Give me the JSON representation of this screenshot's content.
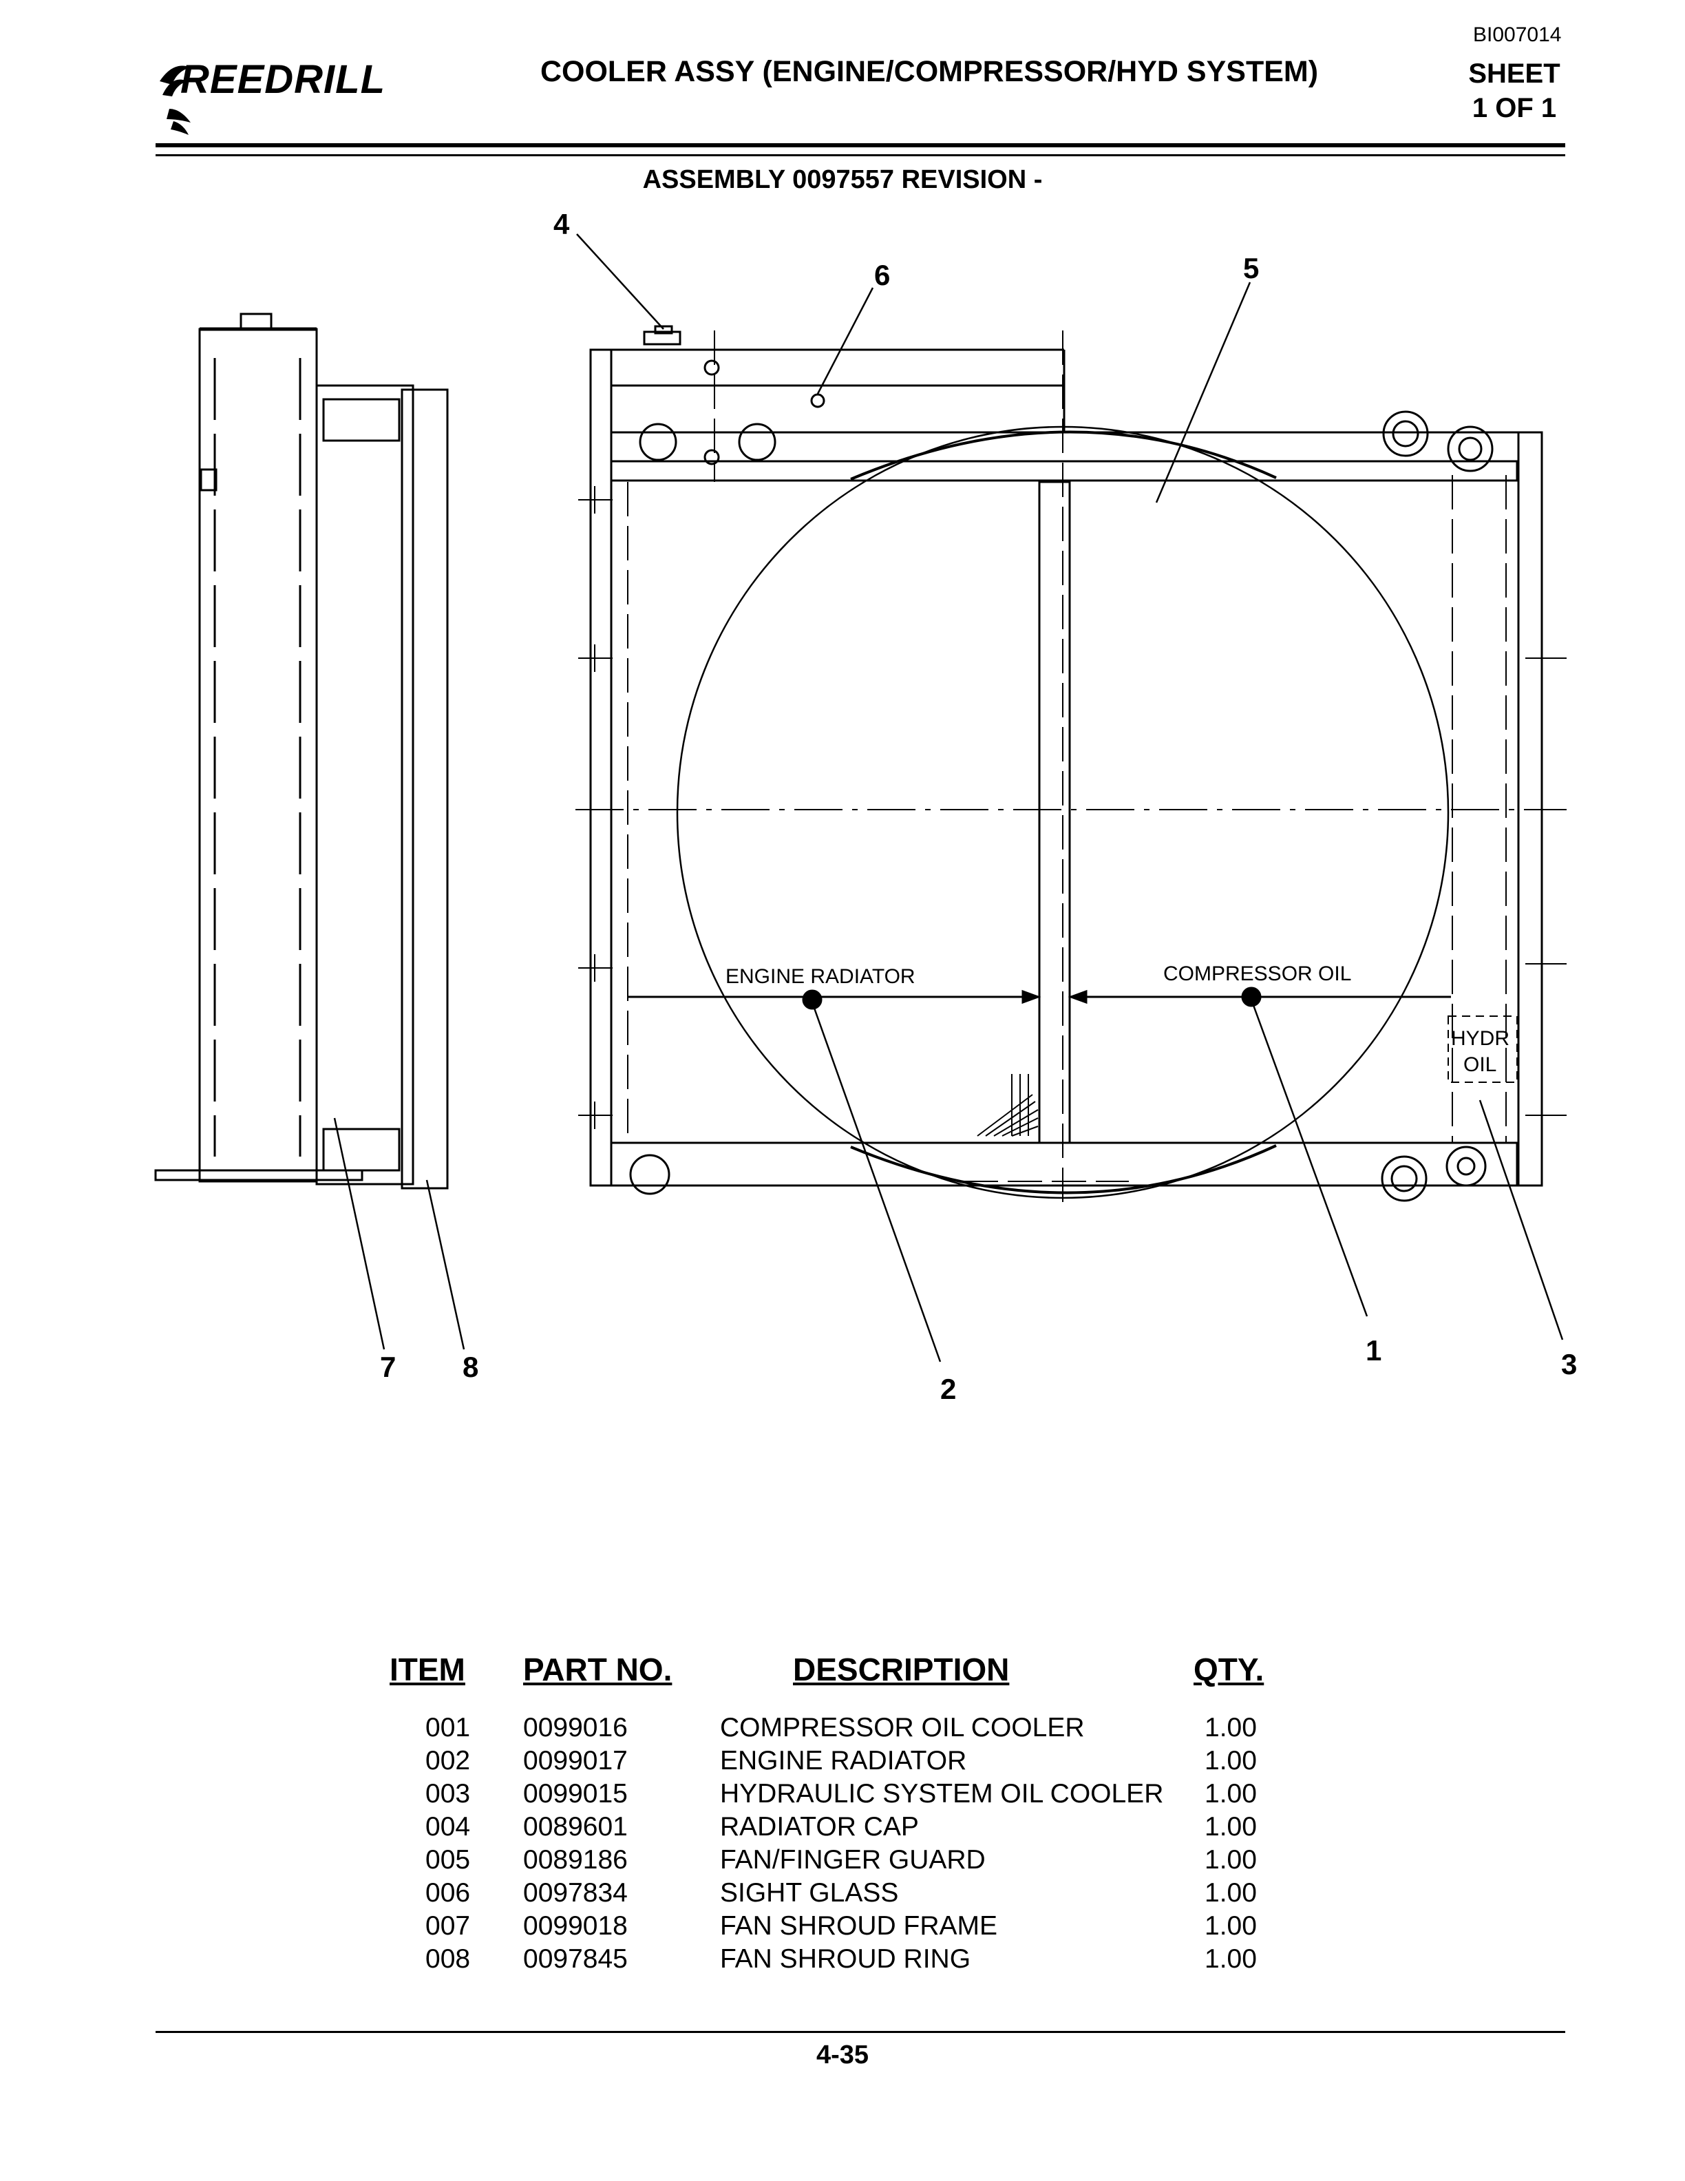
{
  "header": {
    "doc_id": "BI007014",
    "logo_text": "REEDRILL",
    "title": "COOLER ASSY (ENGINE/COMPRESSOR/HYD SYSTEM)",
    "sheet_label": "SHEET",
    "sheet_value": "1 OF 1"
  },
  "subtitle": "ASSEMBLY 0097557  REVISION -",
  "drawing": {
    "callouts": [
      "1",
      "2",
      "3",
      "4",
      "5",
      "6",
      "7",
      "8"
    ],
    "labels": {
      "engine_radiator": "ENGINE RADIATOR",
      "compressor_oil": "COMPRESSOR OIL",
      "hydr": "HYDR",
      "oil": "OIL"
    }
  },
  "table": {
    "headers": {
      "item": "ITEM",
      "part_no": "PART NO.",
      "description": "DESCRIPTION",
      "qty": "QTY."
    },
    "rows": [
      {
        "item": "001",
        "part_no": "0099016",
        "description": "COMPRESSOR OIL COOLER",
        "qty": "1.00"
      },
      {
        "item": "002",
        "part_no": "0099017",
        "description": "ENGINE RADIATOR",
        "qty": "1.00"
      },
      {
        "item": "003",
        "part_no": "0099015",
        "description": "HYDRAULIC SYSTEM OIL COOLER",
        "qty": "1.00"
      },
      {
        "item": "004",
        "part_no": "0089601",
        "description": "RADIATOR CAP",
        "qty": "1.00"
      },
      {
        "item": "005",
        "part_no": "0089186",
        "description": "FAN/FINGER GUARD",
        "qty": "1.00"
      },
      {
        "item": "006",
        "part_no": "0097834",
        "description": "SIGHT GLASS",
        "qty": "1.00"
      },
      {
        "item": "007",
        "part_no": "0099018",
        "description": "FAN SHROUD FRAME",
        "qty": "1.00"
      },
      {
        "item": "008",
        "part_no": "0097845",
        "description": "FAN SHROUD RING",
        "qty": "1.00"
      }
    ]
  },
  "footer": {
    "page_number": "4-35"
  }
}
